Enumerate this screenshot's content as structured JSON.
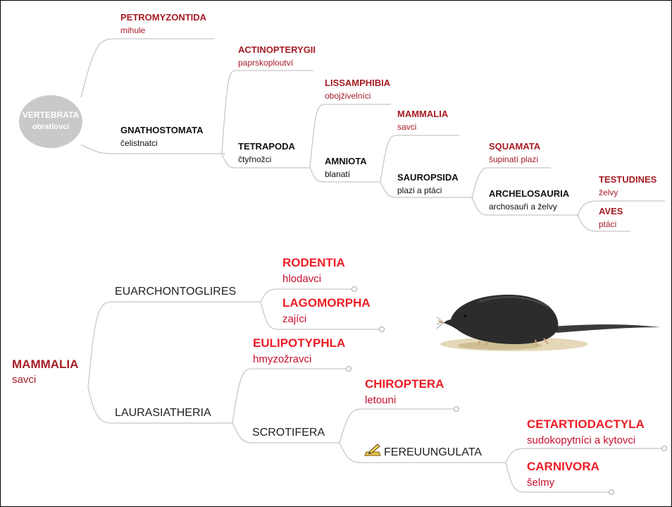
{
  "root": {
    "title": "VERTEBRATA",
    "subtitle": "obratlovci"
  },
  "top_tree": {
    "petromyzontida": {
      "title": "PETROMYZONTIDA",
      "subtitle": "mihule"
    },
    "gnathostomata": {
      "title": "GNATHOSTOMATA",
      "subtitle": "čelistnatci"
    },
    "actinopterygii": {
      "title": "ACTINOPTERYGII",
      "subtitle": "paprskoploutví"
    },
    "tetrapoda": {
      "title": "TETRAPODA",
      "subtitle": "čtyřnožci"
    },
    "lissamphibia": {
      "title": "LISSAMPHIBIA",
      "subtitle": "obojživelníci"
    },
    "amniota": {
      "title": "AMNIOTA",
      "subtitle": "blanatí"
    },
    "mammalia": {
      "title": "MAMMALIA",
      "subtitle": "savci"
    },
    "sauropsida": {
      "title": "SAUROPSIDA",
      "subtitle": "plazi a ptáci"
    },
    "squamata": {
      "title": "SQUAMATA",
      "subtitle": "šupinatí plazi"
    },
    "archelosauria": {
      "title": "ARCHELOSAURIA",
      "subtitle": "archosauři a želvy"
    },
    "testudines": {
      "title": "TESTUDINES",
      "subtitle": "želvy"
    },
    "aves": {
      "title": "AVES",
      "subtitle": "ptáci"
    }
  },
  "bottom_tree": {
    "mammalia": {
      "title": "MAMMALIA",
      "subtitle": "savci"
    },
    "euarchontoglires": {
      "title": "EUARCHONTOGLIRES"
    },
    "laurasiatheria": {
      "title": "LAURASIATHERIA"
    },
    "rodentia": {
      "title": "RODENTIA",
      "subtitle": "hlodavci"
    },
    "lagomorpha": {
      "title": "LAGOMORPHA",
      "subtitle": "zajíci"
    },
    "eulipotyphla": {
      "title": "EULIPOTYPHLA",
      "subtitle": "hmyzožravci"
    },
    "scrotifera": {
      "title": "SCROTIFERA"
    },
    "chiroptera": {
      "title": "CHIROPTERA",
      "subtitle": "letouni"
    },
    "fereuungulata": {
      "title": "FEREUUNGULATA"
    },
    "cetartiodactyla": {
      "title": "CETARTIODACTYLA",
      "subtitle": "sudokopytníci a kytovci"
    },
    "carnivora": {
      "title": "CARNIVORA",
      "subtitle": "šelmy"
    }
  },
  "colors": {
    "dark_red": "#a51c24",
    "bright_red": "#ee1c25",
    "line": "#c8c8c8",
    "oval": "#c9c9c9"
  },
  "icons": [
    "shrew-illustration",
    "pencil-icon"
  ]
}
